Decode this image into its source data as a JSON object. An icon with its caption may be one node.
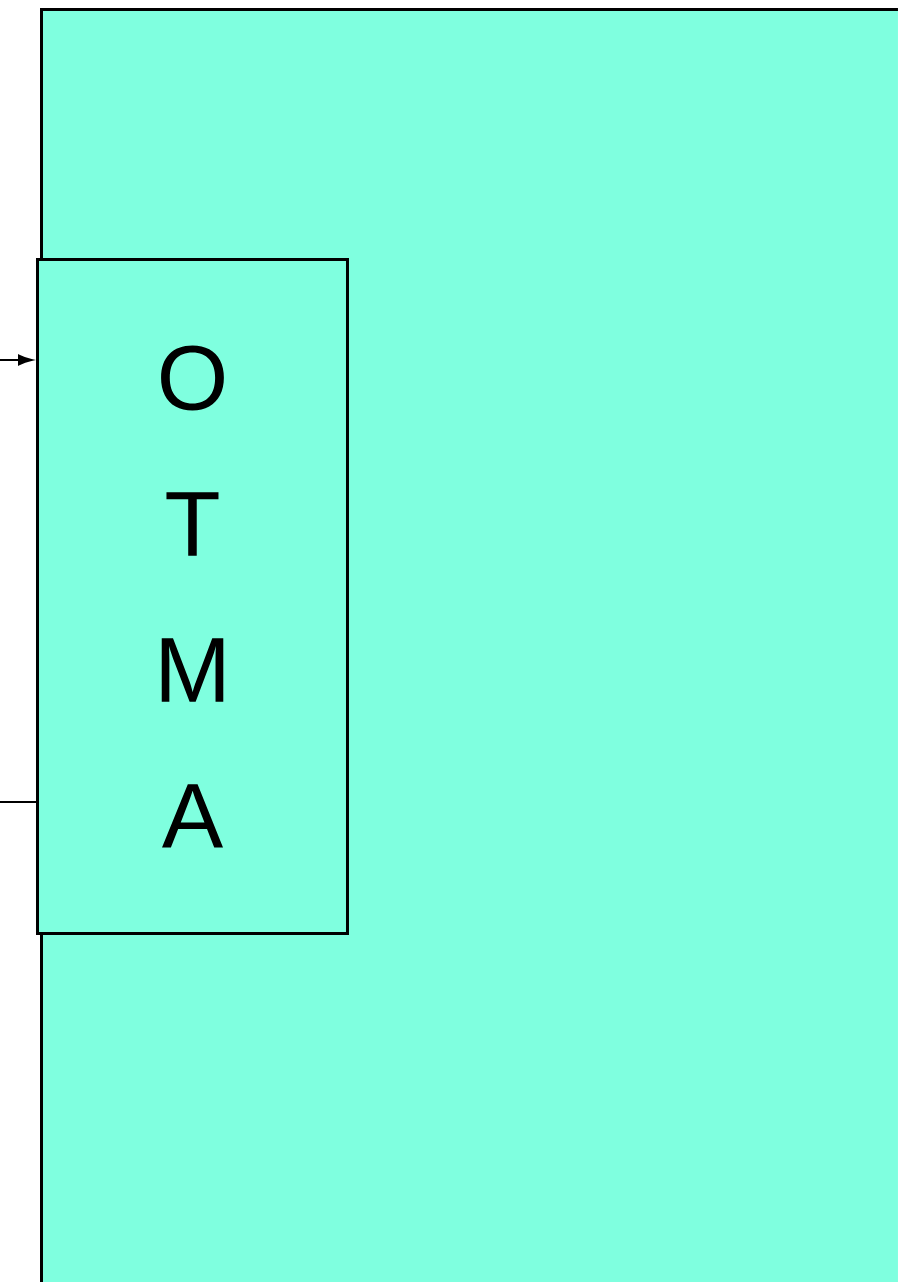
{
  "diagram": {
    "nodes": [
      {
        "text": [],
        "shape": "box"
      },
      {
        "text": [
          "O T M A"
        ],
        "in": 0
      }
    ],
    "edges": [
      {
        "from": null,
        "to": 1,
        "arrow": "to"
      },
      {
        "from": null,
        "to": 1,
        "arrow": "none"
      }
    ]
  }
}
